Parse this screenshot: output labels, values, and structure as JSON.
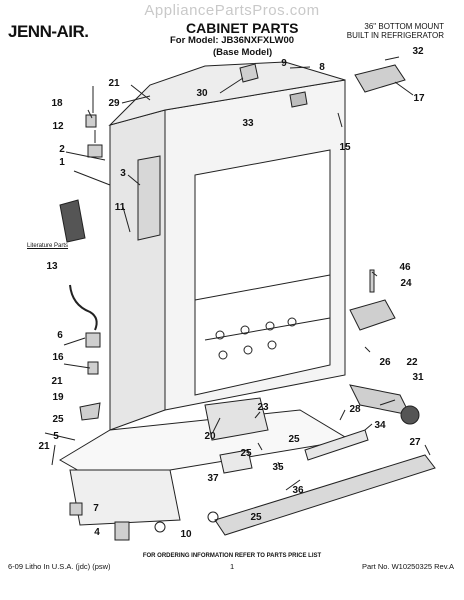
{
  "header": {
    "watermark": "AppliancePartsPros.com",
    "brand": "JENN-AIR.",
    "title": "CABINET PARTS",
    "model_line": "For Model: JB36NXFXLW00",
    "base_model": "(Base Model)",
    "description_line1": "36\" BOTTOM MOUNT",
    "description_line2": "BUILT IN REFRIGERATOR"
  },
  "diagram": {
    "literature_label": "Literature Parts",
    "callouts": [
      "1",
      "2",
      "3",
      "4",
      "5",
      "6",
      "7",
      "8",
      "9",
      "10",
      "11",
      "12",
      "13",
      "15",
      "16",
      "17",
      "18",
      "19",
      "20",
      "21",
      "21",
      "21",
      "22",
      "23",
      "24",
      "25",
      "25",
      "25",
      "25",
      "26",
      "27",
      "28",
      "29",
      "30",
      "31",
      "32",
      "33",
      "34",
      "35",
      "36",
      "37",
      "46"
    ]
  },
  "footer": {
    "order_info": "FOR ORDERING INFORMATION REFER TO PARTS PRICE LIST",
    "litho": "6-09 Litho In U.S.A. (jdc) (psw)",
    "page": "1",
    "part_no": "Part No. W10250325 Rev.A"
  }
}
